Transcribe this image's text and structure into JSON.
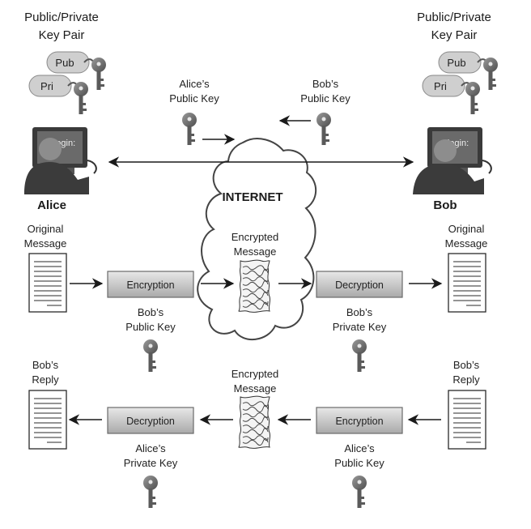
{
  "keypair": {
    "left_title_1": "Public/Private",
    "left_title_2": "Key Pair",
    "right_title_1": "Public/Private",
    "right_title_2": "Key Pair",
    "pub_tag": "Pub",
    "pri_tag": "Pri"
  },
  "exchange": {
    "alice_pub_1": "Alice’s",
    "alice_pub_2": "Public Key",
    "bob_pub_1": "Bob’s",
    "bob_pub_2": "Public Key"
  },
  "people": {
    "alice": "Alice",
    "bob": "Bob",
    "screen_text": "login:"
  },
  "internet": {
    "label": "INTERNET"
  },
  "flow1": {
    "orig_left_1": "Original",
    "orig_left_2": "Message",
    "enc_label": "Encryption",
    "enc_key_1": "Bob’s",
    "enc_key_2": "Public Key",
    "msg_1": "Encrypted",
    "msg_2": "Message",
    "dec_label": "Decryption",
    "dec_key_1": "Bob’s",
    "dec_key_2": "Private Key",
    "orig_right_1": "Original",
    "orig_right_2": "Message"
  },
  "flow2": {
    "reply_right_1": "Bob’s",
    "reply_right_2": "Reply",
    "enc_label": "Encryption",
    "enc_key_1": "Alice’s",
    "enc_key_2": "Public Key",
    "msg_1": "Encrypted",
    "msg_2": "Message",
    "dec_label": "Decryption",
    "dec_key_1": "Alice’s",
    "dec_key_2": "Private Key",
    "reply_left_1": "Bob’s",
    "reply_left_2": "Reply"
  }
}
